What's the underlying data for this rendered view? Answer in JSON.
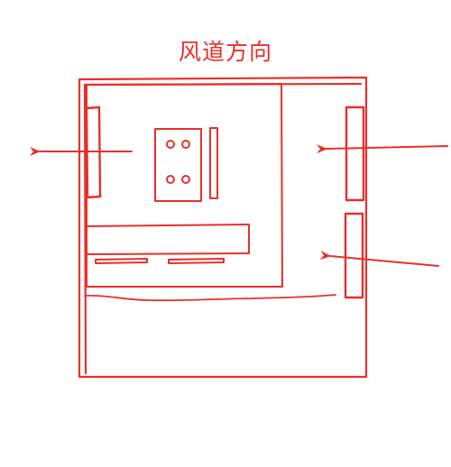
{
  "diagram": {
    "title": "风道方向"
  },
  "colors": {
    "stroke": "#e8302b",
    "background": "#ffffff"
  },
  "components": {
    "case": "pc-case-outline",
    "motherboard": "motherboard-board",
    "cpu_cooler": "cpu-cooler-with-four-screws",
    "ram": "ram-stick",
    "gpu": "graphics-card",
    "rear_fan": "rear-exhaust-fan",
    "front_fans": [
      "front-intake-fan-top",
      "front-intake-fan-bottom"
    ]
  },
  "airflow": {
    "direction": "front-to-rear",
    "arrows": [
      "intake-arrow-top",
      "intake-arrow-bottom",
      "exhaust-arrow"
    ]
  }
}
